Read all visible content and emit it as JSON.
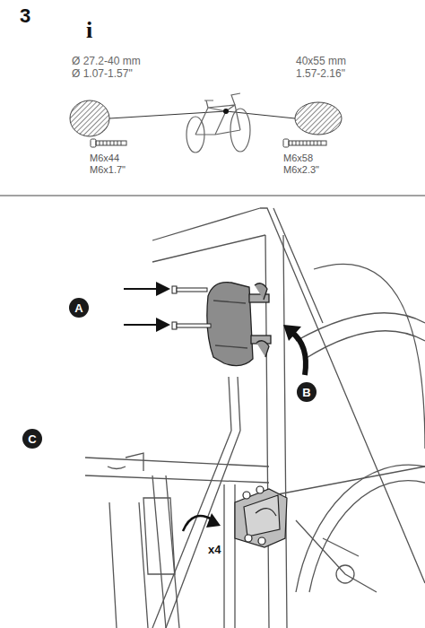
{
  "diagram": {
    "nodes": [
      {
        "text": [
          "A"
        ]
      },
      {
        "text": [
          "B"
        ]
      },
      {
        "text": [
          "C"
        ]
      }
    ],
    "labels": [
      "3",
      "i",
      "Ø 27.2-40 mm",
      "Ø 1.07-1.57\"",
      "40x55 mm",
      "1.57-2.16\"",
      "M6x44",
      "M6x1.7\"",
      "M6x58",
      "M6x2.3\"",
      "x4"
    ]
  }
}
